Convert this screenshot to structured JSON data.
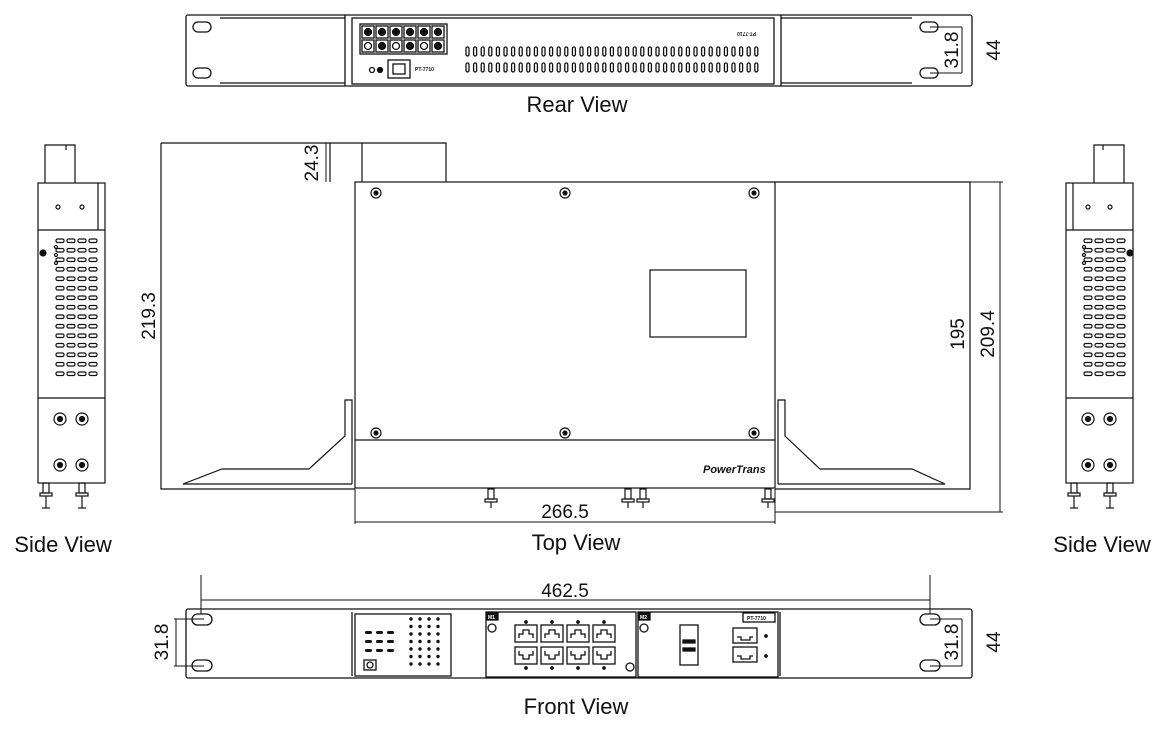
{
  "views": {
    "rear": "Rear View",
    "top": "Top View",
    "front": "Front View",
    "side_left": "Side View",
    "side_right": "Side View"
  },
  "dimensions": {
    "rear_rack_hole_spacing": "31.8",
    "rear_height": "44",
    "top_bracket_offset": "24.3",
    "top_overall_depth_left": "219.3",
    "top_body_depth": "195",
    "top_overall_depth_right": "209.4",
    "top_body_width": "266.5",
    "front_mount_hole_span": "462.5",
    "front_rack_hole_spacing_left": "31.8",
    "front_rack_hole_spacing_right": "31.8",
    "front_height": "44"
  },
  "labels": {
    "brand": "PowerTrans",
    "rear_model": "PT-7710",
    "rear_small": "PT-7710",
    "front_model": "PT-7710",
    "front_slot_1": "M1",
    "front_slot_2": "M2"
  }
}
